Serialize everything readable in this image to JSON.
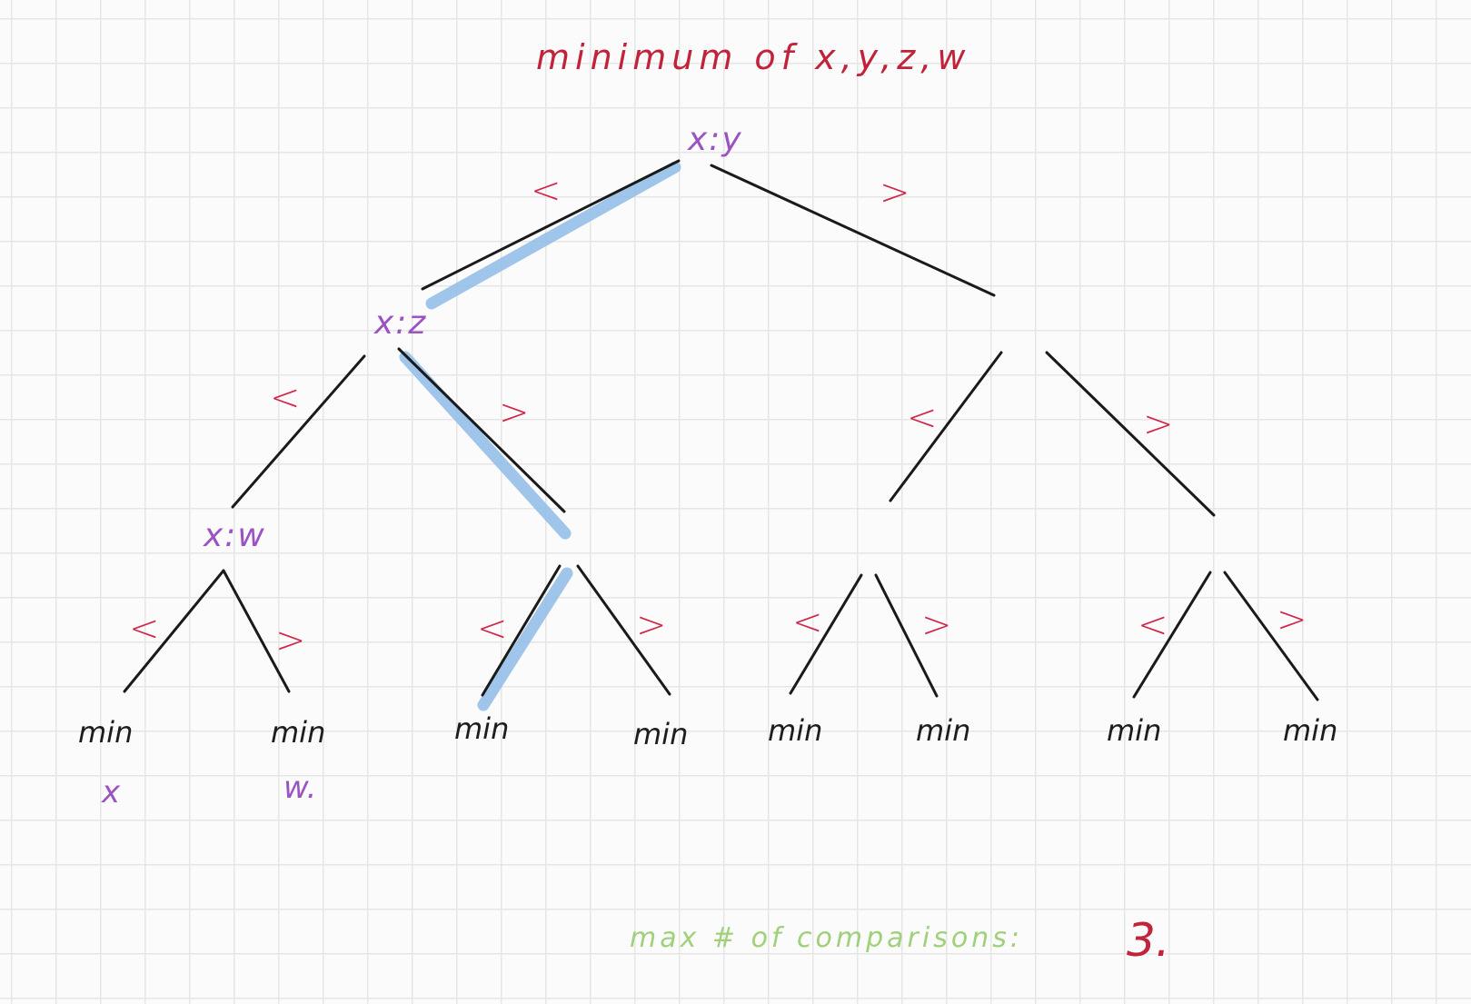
{
  "title": "minimum of x,y,z,w",
  "colors": {
    "title": "#c0233a",
    "node": "#9b53c4",
    "sign": "#d0274a",
    "edge": "#1a1a1a",
    "highlight": "#8fbbe6",
    "footer_label": "#9fd07a",
    "footer_value": "#c0233a"
  },
  "nodes": {
    "root": "x:y",
    "left": "x:z",
    "left_left": "x:w"
  },
  "signs": {
    "less": "<",
    "greater": ">"
  },
  "leaves": [
    "min",
    "min",
    "min",
    "min",
    "min",
    "min",
    "min",
    "min"
  ],
  "leaf_values": [
    "x",
    "w."
  ],
  "footer": {
    "label": "max # of comparisons:",
    "value": "3."
  }
}
